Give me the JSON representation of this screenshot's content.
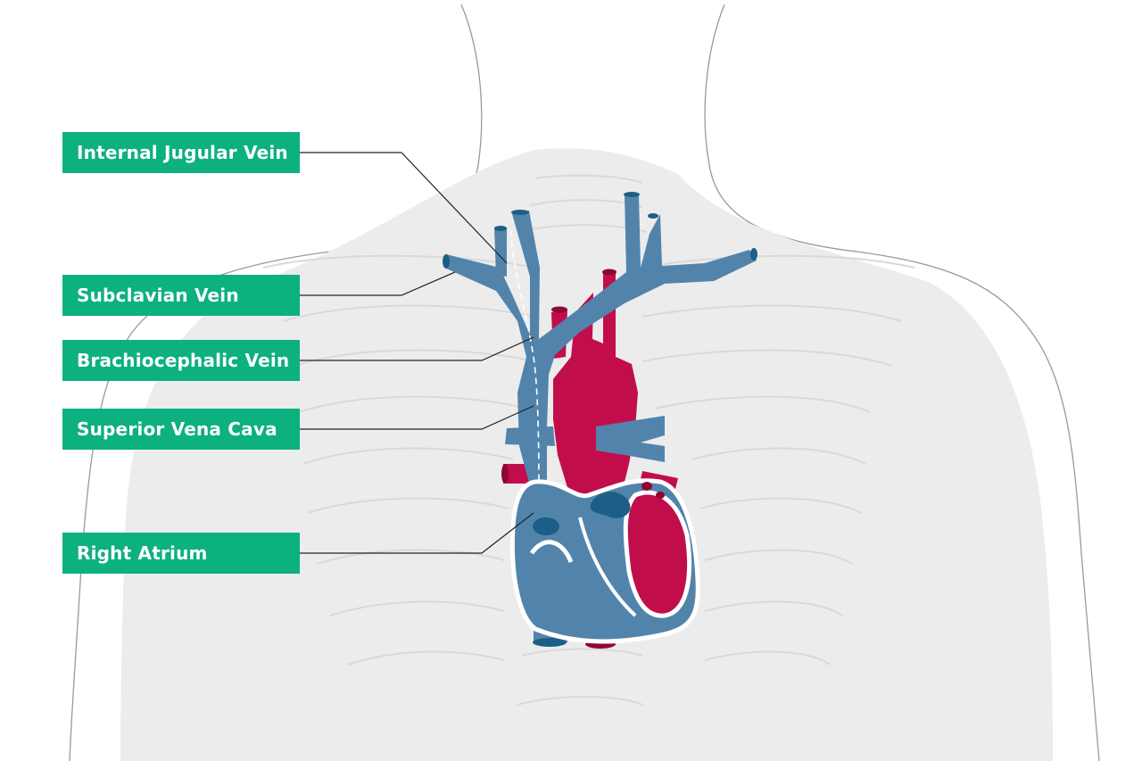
{
  "colors": {
    "label_bg": "#0db07f",
    "vein": "#5284ab",
    "vein_dark": "#1b5f86",
    "artery": "#c20d4c",
    "artery_dark": "#8e0733",
    "skeleton": "#ececec",
    "outline": "#999999",
    "leader": "#222222"
  },
  "labels": [
    {
      "id": "internal-jugular-vein",
      "text": "Internal Jugular Vein"
    },
    {
      "id": "subclavian-vein",
      "text": "Subclavian Vein"
    },
    {
      "id": "brachiocephalic-vein",
      "text": "Brachiocephalic Vein"
    },
    {
      "id": "superior-vena-cava",
      "text": "Superior Vena Cava"
    },
    {
      "id": "right-atrium",
      "text": "Right Atrium"
    }
  ]
}
